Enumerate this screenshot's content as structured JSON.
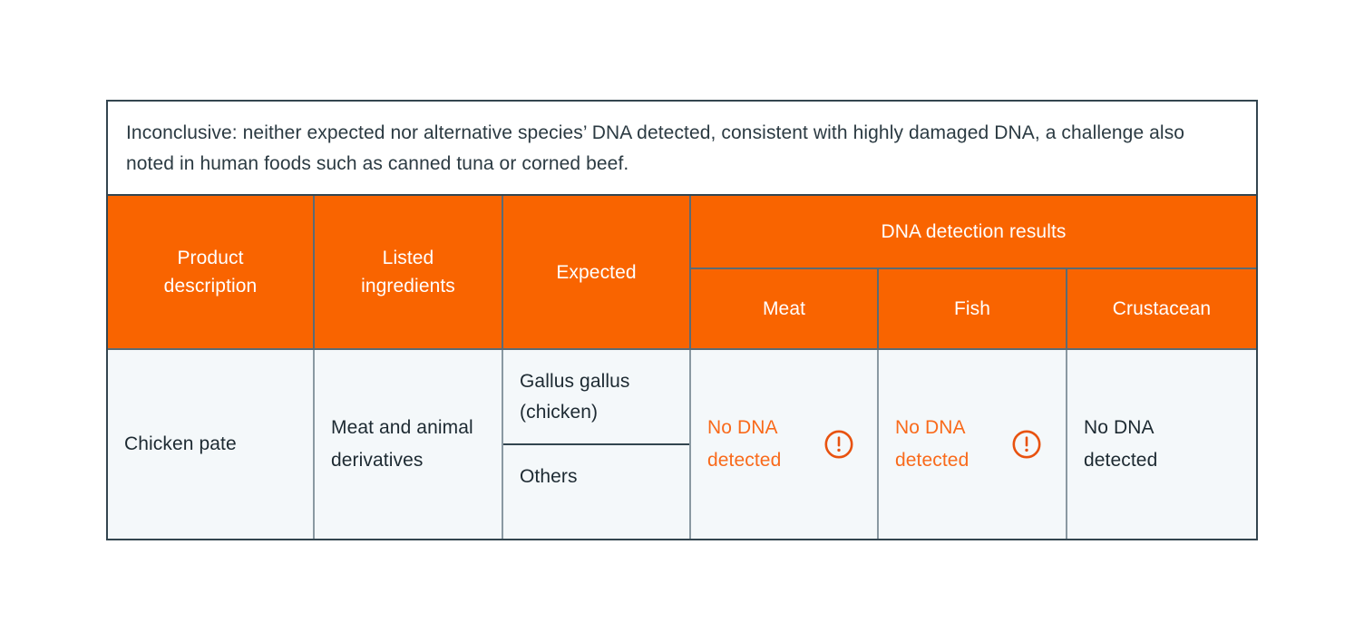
{
  "note": {
    "text": "Inconclusive: neither expected nor alternative species’ DNA detected, consistent with highly damaged DNA, a challenge also noted in human foods such as canned tuna or corned beef."
  },
  "colors": {
    "header_orange": "#f96400",
    "alert_orange": "#f96a1b",
    "outer_border": "#33454f",
    "inner_border": "#8a99a2",
    "cell_background": "#f4f8fa",
    "text_dark": "#1d2a32"
  },
  "table": {
    "headers": {
      "product_description": "Product\ndescription",
      "product_description_line1": "Product",
      "product_description_line2": "description",
      "listed_ingredients_line1": "Listed",
      "listed_ingredients_line2": "ingredients",
      "expected": "Expected",
      "dna_group": "DNA detection results",
      "meat": "Meat",
      "fish": "Fish",
      "crustacean": "Crustacean"
    },
    "rows": [
      {
        "product_description": "Chicken pate",
        "listed_ingredients": "Meat and animal derivatives",
        "expected_primary": "Gallus gallus (chicken)",
        "expected_secondary": "Others",
        "results": {
          "meat": {
            "text": "No DNA detected",
            "alert": true,
            "icon": "alert-circle-icon"
          },
          "fish": {
            "text": "No DNA detected",
            "alert": true,
            "icon": "alert-circle-icon"
          },
          "crustacean": {
            "text": "No DNA detected",
            "alert": false,
            "icon": null
          }
        }
      }
    ]
  }
}
